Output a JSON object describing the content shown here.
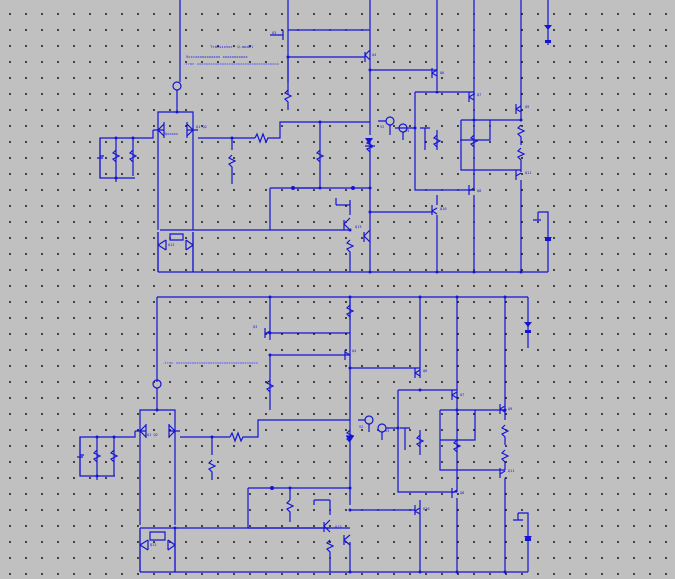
{
  "schematic": {
    "top": {
      "note_line1": "Transistor: Q-model",
      "note_line2": "Vcc=xxxxxxxxxxx xxxxxxxxxxx",
      "note_line3": ".tran xxxxxxxxxxxxxxxxxxxxxxxxxxxxxxxxxxxx"
    },
    "bottom": {
      "note_line1": ".tran xxxxxxxxxxxxxxxxxxxxxxxxxxxxxxxxxxxx"
    },
    "component_label": "Qxxxxx"
  },
  "colors": {
    "wire": "#1414d6",
    "background": "#c0c0c0",
    "grid_dot": "#000000"
  }
}
